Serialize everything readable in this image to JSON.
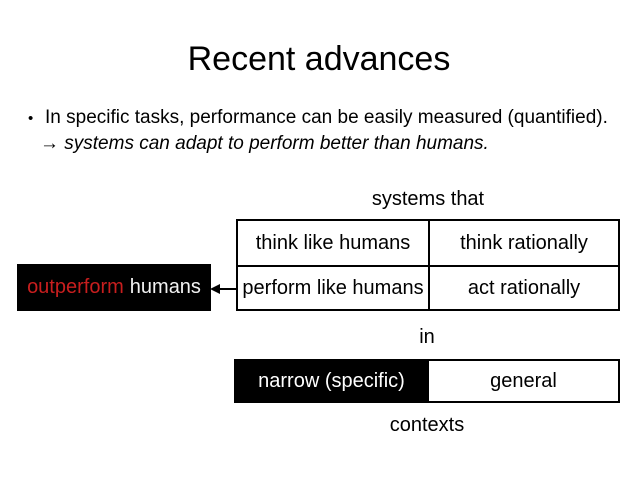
{
  "slide": {
    "title": "Recent advances",
    "bullet": {
      "marker": "•",
      "line1": "In specific tasks, performance can be easily measured (quantified).",
      "line2": "→ systems can adapt to perform better than humans."
    },
    "systems_matrix": {
      "caption": "systems that",
      "rows": [
        [
          "think like humans",
          "think rationally"
        ],
        [
          "perform like humans",
          "act rationally"
        ]
      ]
    },
    "outperform_label": {
      "highlight": "outperform",
      "rest": "humans"
    },
    "context_bar": {
      "caption_above": "in",
      "caption_below": "contexts",
      "highlighted_cell": "narrow (specific)",
      "normal_cell": "general"
    },
    "colors": {
      "accent_red": "#c81e1e",
      "highlight_bg": "#000000",
      "text": "#000000",
      "background": "#ffffff"
    }
  }
}
